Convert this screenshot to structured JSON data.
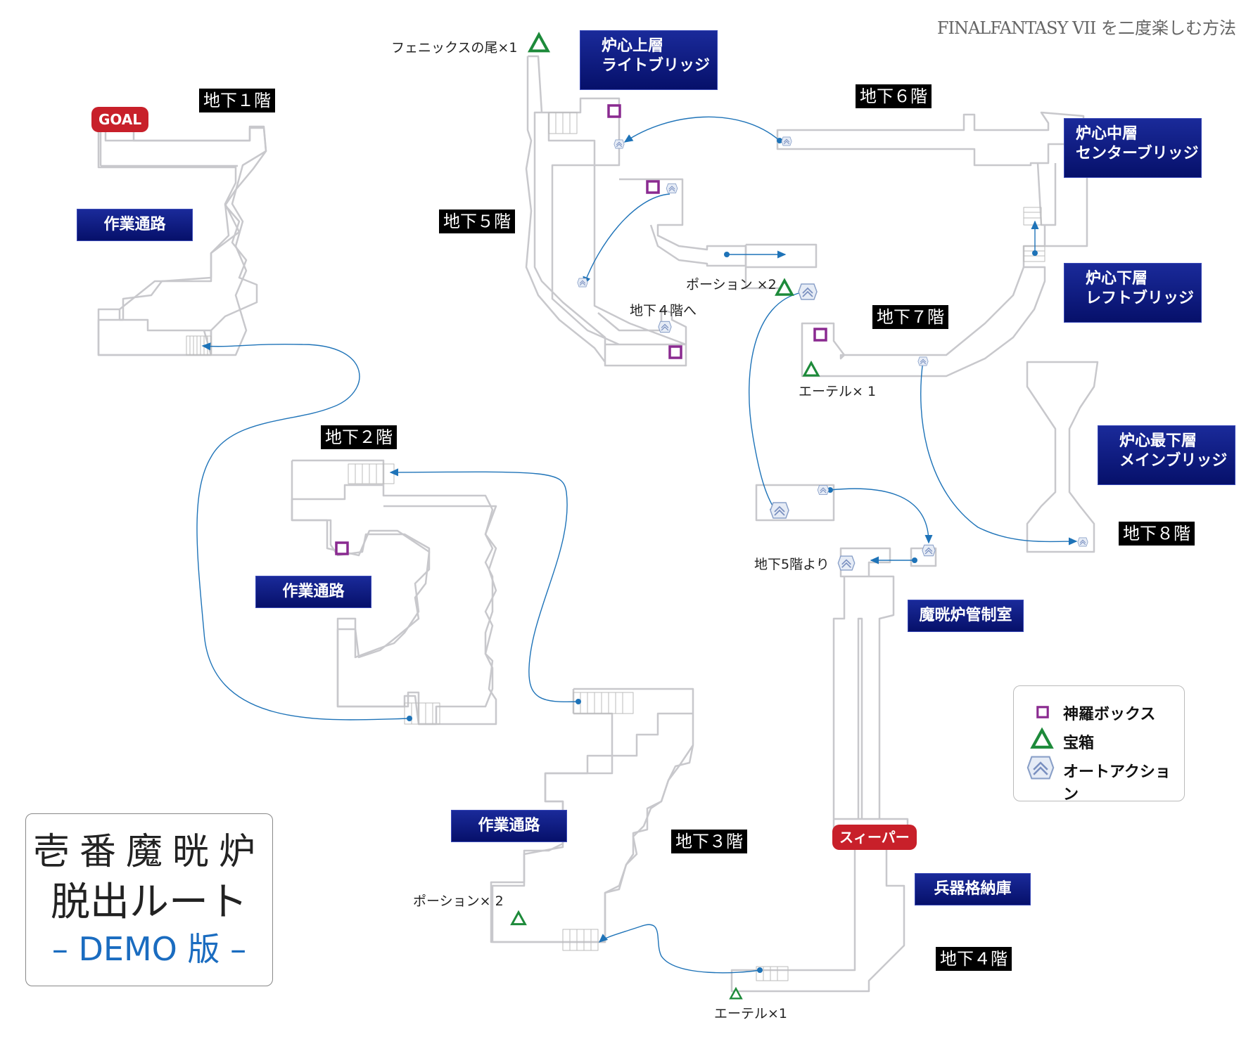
{
  "header": {
    "brand": "FINALFANTASY VII",
    "suffix": "を二度楽しむ方法"
  },
  "title": {
    "line1": "壱番魔晄炉",
    "line2": "脱出ルート",
    "line3": "– DEMO 版 –"
  },
  "floors": [
    "地下１階",
    "地下２階",
    "地下３階",
    "地下４階",
    "地下５階",
    "地下６階",
    "地下７階",
    "地下８階"
  ],
  "areas": {
    "work1": "作業通路",
    "work2": "作業通路",
    "work3": "作業通路",
    "upper": [
      "炉心上層",
      "ライトブリッジ"
    ],
    "middle": [
      "炉心中層",
      "センターブリッジ"
    ],
    "lower": [
      "炉心下層",
      "レフトブリッジ"
    ],
    "lowest": [
      "炉心最下層",
      "メインブリッジ"
    ],
    "control": "魔晄炉管制室",
    "storage": "兵器格納庫"
  },
  "badges": {
    "goal": "GOAL",
    "sweeper": "スィーパー"
  },
  "items": {
    "phoenix": "フェニックスの尾×1",
    "potion_b5": "ポーション ×2",
    "ether_b7": "エーテル× 1",
    "potion_b3": "ポーション× 2",
    "ether_b4": "エーテル×1"
  },
  "notes": {
    "to_b4": "地下４階へ",
    "from_b5": "地下5階より"
  },
  "legend": {
    "shinra_box": "神羅ボックス",
    "treasure": "宝箱",
    "auto_action": "オートアクション"
  },
  "colors": {
    "route": "#1e73b8",
    "box": "#8a2a90",
    "treasure": "#1d8a3a",
    "area_bg": "#0a1a80",
    "badge": "#c8202a",
    "wall": "#c8c8cc"
  }
}
